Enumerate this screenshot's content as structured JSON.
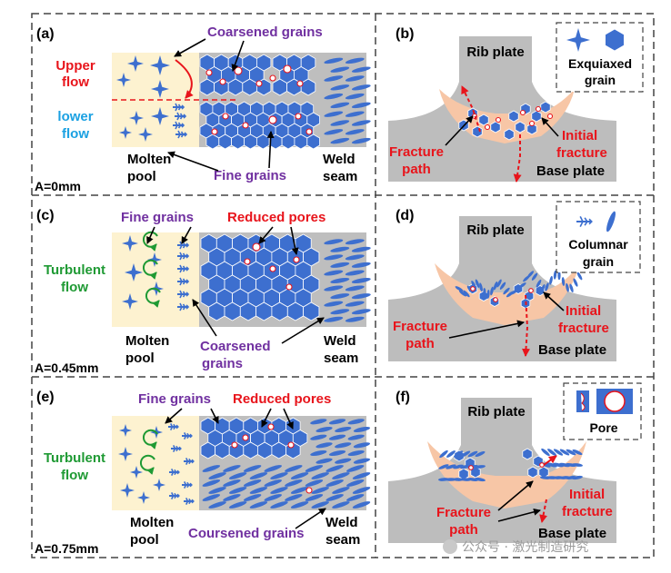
{
  "panels": [
    {
      "letter": "(a)",
      "amplitude": "A=0mm",
      "flow_line1": "Upper",
      "flow_line2": "flow",
      "flow2_line1": "lower",
      "flow2_line2": "flow",
      "top_label": "Coarsened grains",
      "bottom_label": "Fine grains",
      "pool_line1": "Molten",
      "pool_line2": "pool",
      "seam_line1": "Weld",
      "seam_line2": "seam"
    },
    {
      "letter": "(c)",
      "amplitude": "A=0.45mm",
      "flow_line1": "Turbulent",
      "flow_line2": "flow",
      "top_label": "Fine grains",
      "top_label2": "Reduced pores",
      "bottom_label_line1": "Coarsened",
      "bottom_label_line2": "grains",
      "pool_line1": "Molten",
      "pool_line2": "pool",
      "seam_line1": "Weld",
      "seam_line2": "seam"
    },
    {
      "letter": "(e)",
      "amplitude": "A=0.75mm",
      "flow_line1": "Turbulent",
      "flow_line2": "flow",
      "top_label": "Fine grains",
      "top_label2": "Reduced pores",
      "bottom_label": "Coursened grains",
      "pool_line1": "Molten",
      "pool_line2": "pool",
      "seam_line1": "Weld",
      "seam_line2": "seam"
    }
  ],
  "fracture_panels": [
    {
      "letter": "(b)",
      "rib": "Rib plate",
      "base": "Base plate",
      "fracture_path_line1": "Fracture",
      "fracture_path_line2": "path",
      "initial_line1": "Initial",
      "initial_line2": "fracture",
      "legend_line1": "Exquiaxed",
      "legend_line2": "grain"
    },
    {
      "letter": "(d)",
      "rib": "Rib plate",
      "base": "Base plate",
      "fracture_path_line1": "Fracture",
      "fracture_path_line2": "path",
      "initial_line1": "Initial",
      "initial_line2": "fracture",
      "legend_line1": "Columnar",
      "legend_line2": "grain"
    },
    {
      "letter": "(f)",
      "rib": "Rib plate",
      "base": "Base plate",
      "fracture_path_line1": "Fracture",
      "fracture_path_line2": "path",
      "initial_line1": "Initial",
      "initial_line2": "fracture",
      "legend_line1": "Pore"
    }
  ],
  "watermark": "公众号 · 激光制造研究",
  "colors": {
    "pool": "#fdf2d0",
    "seam": "#bebebe",
    "grain": "#3d6fcf",
    "grain_edge": "#ffffff",
    "plate": "#bdbdbd",
    "haz": "#f7c6a6",
    "purple": "#7030a0",
    "red": "#e8141b",
    "blue_text": "#1ba1e2",
    "green": "#1f9a34",
    "frame": "#444444"
  }
}
